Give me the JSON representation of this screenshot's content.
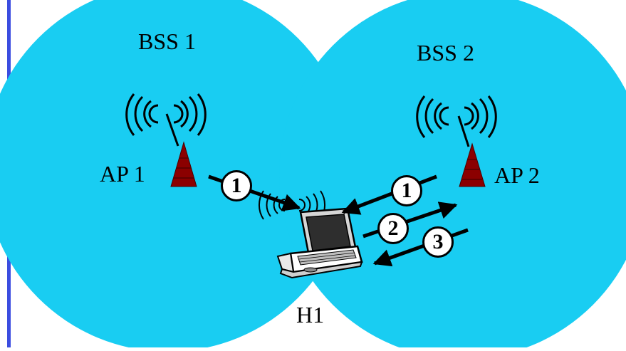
{
  "colors": {
    "cell_fill": "#19cdf2",
    "left_border": "#3b4de0",
    "ap_fill": "#8b0000",
    "arrow": "#000000"
  },
  "bss": [
    {
      "label": "BSS 1"
    },
    {
      "label": "BSS 2"
    }
  ],
  "access_points": [
    {
      "label": "AP 1",
      "icon": "antenna-tower-icon"
    },
    {
      "label": "AP 2",
      "icon": "antenna-tower-icon"
    }
  ],
  "host": {
    "label": "H1",
    "icon": "laptop-icon"
  },
  "messages": [
    {
      "step": "1",
      "direction": "AP 1 → H1"
    },
    {
      "step": "1",
      "direction": "AP 2 → H1"
    },
    {
      "step": "2",
      "direction": "H1 → AP 2"
    },
    {
      "step": "3",
      "direction": "AP 2 → H1"
    }
  ]
}
